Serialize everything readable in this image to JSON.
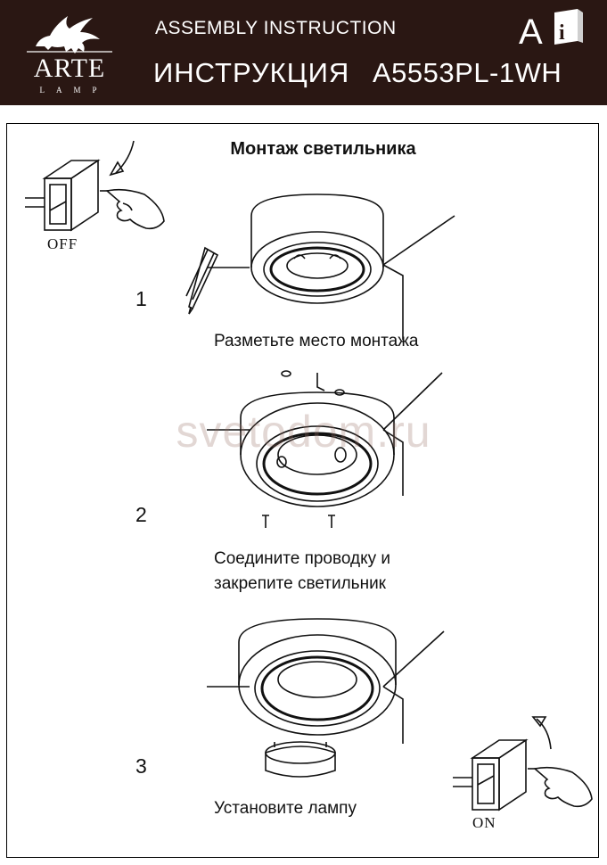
{
  "header": {
    "brand": "ARTE",
    "brand_sub": "LAMP",
    "title": "ASSEMBLY INSTRUCTION",
    "title_ru": "ИНСТРУКЦИЯ",
    "model": "A5553PL-1WH",
    "lang_letter": "A"
  },
  "heading": "Монтаж светильника",
  "switch_off": "OFF",
  "switch_on": "ON",
  "steps": [
    {
      "number": "1",
      "caption": "Разметьте место монтажа"
    },
    {
      "number": "2",
      "caption_line1": "Соедините проводку и",
      "caption_line2": "закрепите светильник"
    },
    {
      "number": "3",
      "caption": "Установите лампу"
    }
  ],
  "watermark": "svetodom.ru",
  "colors": {
    "header_bg": "#2a1713",
    "ink": "#111111"
  }
}
